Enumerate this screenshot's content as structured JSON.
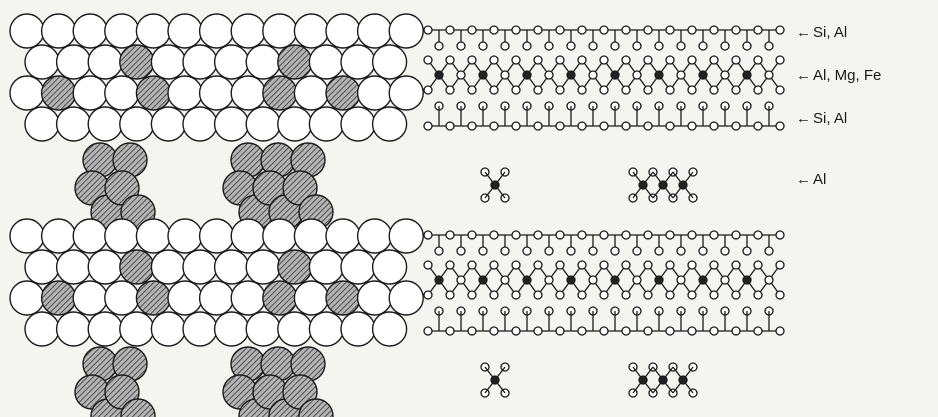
{
  "labels": {
    "tetrahedral_top": "Si, Al",
    "octahedral": "Al, Mg, Fe",
    "tetrahedral_bottom": "Si, Al",
    "interlayer": "Al"
  },
  "arrow_glyph": "←",
  "colors": {
    "background": "#f4f4f1",
    "line": "#1a1a1a",
    "open_atom": "#ffffff",
    "shaded_atom": "#8c8c8c"
  }
}
